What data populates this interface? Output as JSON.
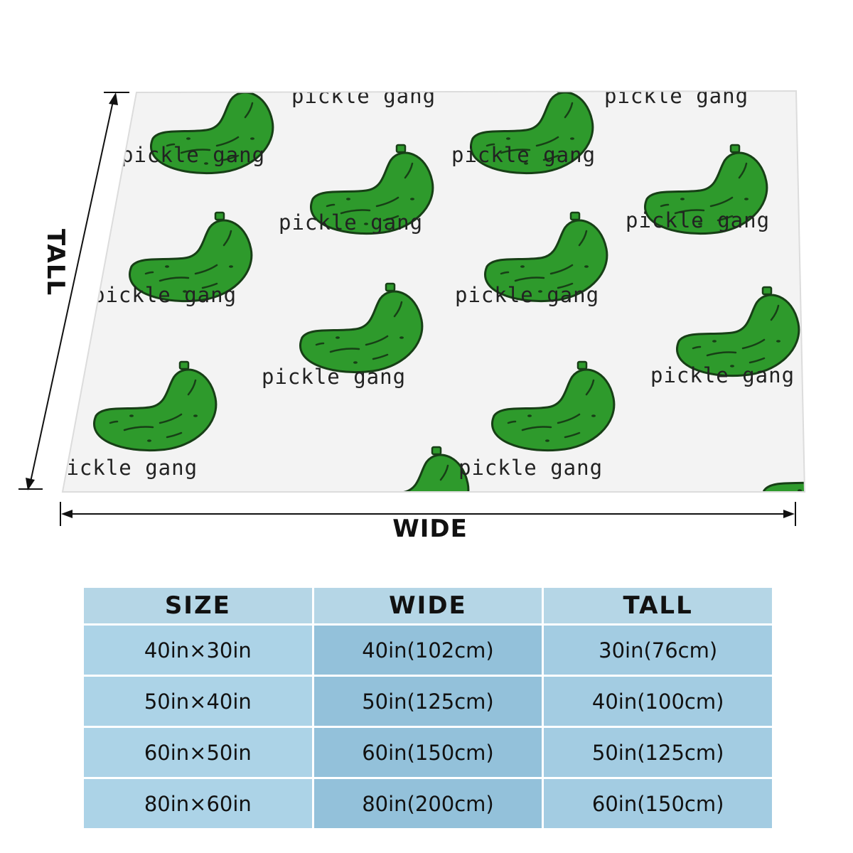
{
  "figure": {
    "pattern_text": "pickle gang",
    "wide_label": "WIDE",
    "tall_label": "TALL",
    "colors": {
      "pickle_green": "#2e9a2c",
      "pickle_dark": "#1d6e1c",
      "table_header": "#b5d6e6",
      "table_cell_light": "#acd3e7",
      "table_cell_dark": "#93c1da"
    }
  },
  "size_table": {
    "headers": [
      "SIZE",
      "WIDE",
      "TALL"
    ],
    "rows": [
      [
        "40in×30in",
        "40in(102cm)",
        "30in(76cm)"
      ],
      [
        "50in×40in",
        "50in(125cm)",
        "40in(100cm)"
      ],
      [
        "60in×50in",
        "60in(150cm)",
        "50in(125cm)"
      ],
      [
        "80in×60in",
        "80in(200cm)",
        "60in(150cm)"
      ]
    ]
  }
}
